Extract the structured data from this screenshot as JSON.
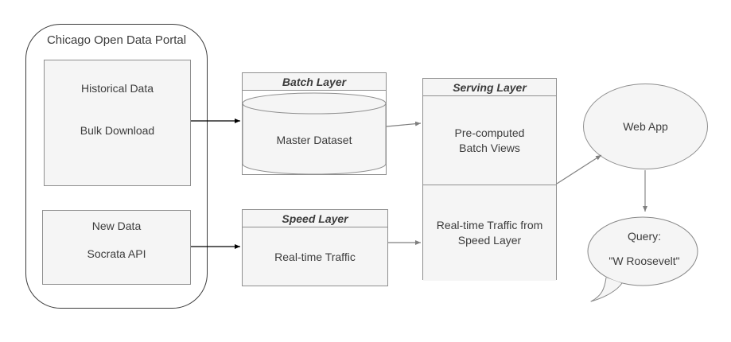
{
  "colors": {
    "node_fill": "#f5f5f5",
    "node_border": "#8f8f8f",
    "container_border": "#3b3b3b",
    "arrow_dark": "#000000",
    "arrow_gray": "#7f7f7f",
    "text": "#3c3c3c"
  },
  "source": {
    "title": "Chicago Open Data Portal",
    "historical": {
      "line1": "Historical Data",
      "line2": "Bulk Download"
    },
    "new_data": {
      "line1": "New Data",
      "line2": "Socrata API"
    }
  },
  "batch": {
    "title": "Batch Layer",
    "node": "Master Dataset"
  },
  "speed": {
    "title": "Speed Layer",
    "node": "Real-time Traffic"
  },
  "serving": {
    "title": "Serving Layer",
    "batch_views": {
      "line1": "Pre-computed",
      "line2": "Batch Views"
    },
    "speed_views": {
      "line1": "Real-time Traffic from",
      "line2": "Speed Layer"
    }
  },
  "web_app": {
    "label": "Web App"
  },
  "query": {
    "line1": "Query:",
    "line2": "\"W Roosevelt\""
  },
  "edges": [
    {
      "from": "Historical Data / Bulk Download",
      "to": "Batch Layer"
    },
    {
      "from": "New Data / Socrata API",
      "to": "Speed Layer"
    },
    {
      "from": "Batch Layer",
      "to": "Serving Layer"
    },
    {
      "from": "Speed Layer",
      "to": "Serving Layer"
    },
    {
      "from": "Serving Layer",
      "to": "Web App"
    },
    {
      "from": "Web App",
      "to": "Query bubble"
    }
  ]
}
